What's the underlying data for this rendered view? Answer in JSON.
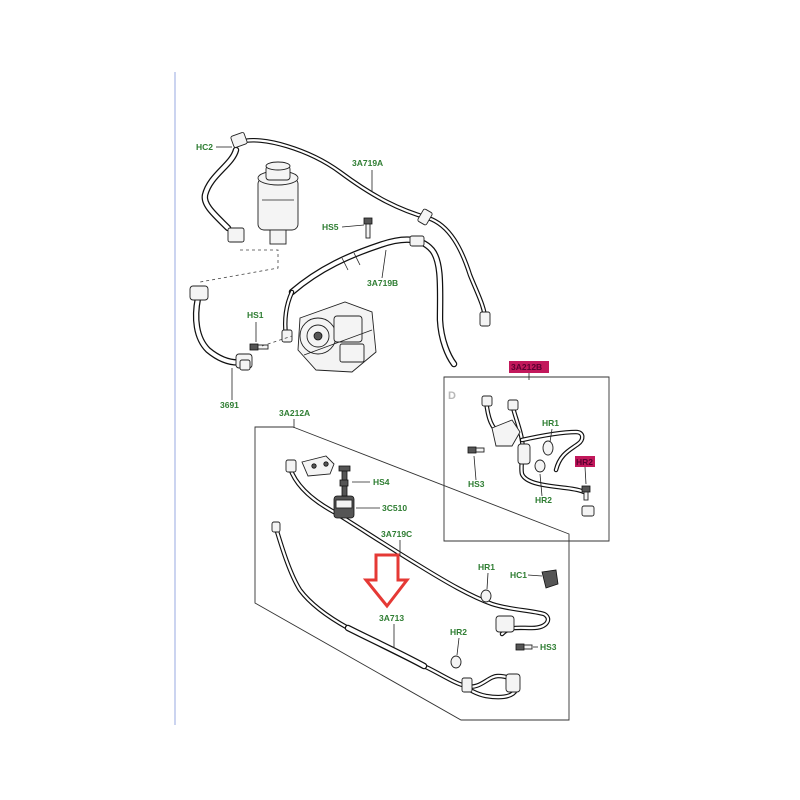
{
  "labels": {
    "hc2": "HC2",
    "a719a": "3A719A",
    "hs5": "HS5",
    "a719b": "3A719B",
    "hs1": "HS1",
    "p3691": "3691",
    "a212b": "3A212B",
    "d": "D",
    "hr1_upper": "HR1",
    "hr2_upper_tag": "HR2",
    "hs3_upper": "HS3",
    "hr2_upper": "HR2",
    "a212a": "3A212A",
    "hs4": "HS4",
    "c510": "3C510",
    "a719c": "3A719C",
    "hr1_lower": "HR1",
    "hc1": "HC1",
    "a713": "3A713",
    "hr2_lower": "HR2",
    "hs3_lower": "HS3"
  },
  "colors": {
    "label_text": "#2e7d32",
    "highlight_tag_fill": "#c2185b",
    "arrow": "#e53935",
    "margin_line": "#a9b7e6"
  },
  "highlighted_labels": [
    "3A212B",
    "HR2"
  ],
  "callout_arrow": {
    "direction": "down",
    "points_to": "3A713"
  }
}
